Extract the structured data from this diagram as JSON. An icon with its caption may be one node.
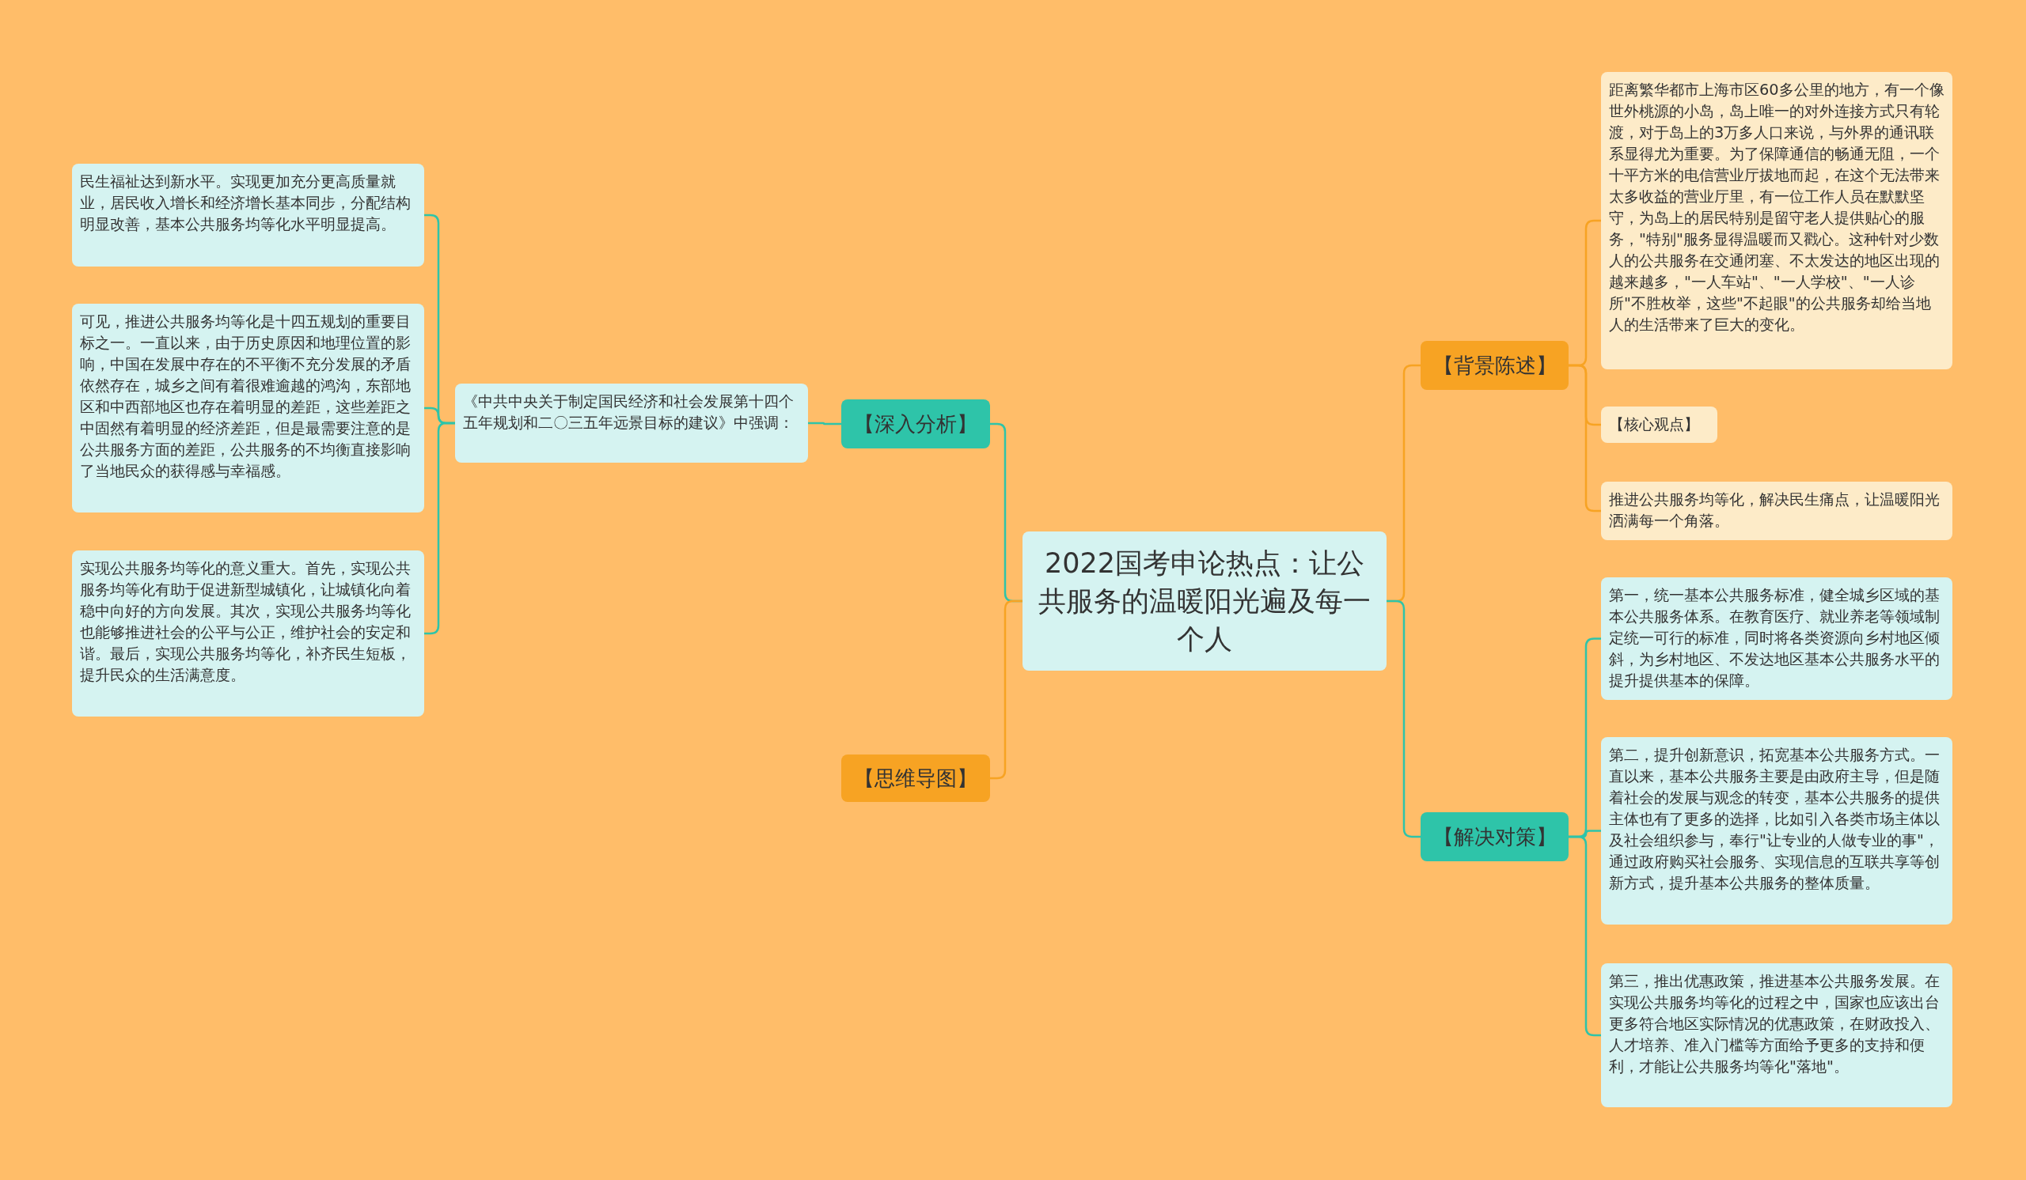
{
  "diagram": {
    "nodes": [
      {
        "text": [
          "2022国考申论热点：让公共服务的温暖阳光遍及每一个人"
        ]
      },
      {
        "text": [
          "【深入分析】"
        ]
      },
      {
        "text": [
          "《中共中央关于制定国民经济和社会发展第十四个五年规划和二〇三五年远景目标的建议》中强调："
        ]
      },
      {
        "text": [
          "民生福祉达到新水平。实现更加充分更高质量就业，居民收入增长和经济增长基本同步，分配结构明显改善，基本公共服务均等化水平明显提高。"
        ]
      },
      {
        "text": [
          "可见，推进公共服务均等化是十四五规划的重要目标之一。一直以来，由于历史原因和地理位置的影响，中国在发展中存在的不平衡不充分发展的矛盾依然存在，城乡之间有着很难逾越的鸿沟，东部地区和中西部地区也存在着明显的差距，这些差距之中固然有着明显的经济差距，但是最需要注意的是公共服务方面的差距，公共服务的不均衡直接影响了当地民众的获得感与幸福感。"
        ]
      },
      {
        "text": [
          "实现公共服务均等化的意义重大。首先，实现公共服务均等化有助于促进新型城镇化，让城镇化向着稳中向好的方向发展。其次，实现公共服务均等化也能够推进社会的公平与公正，维护社会的安定和谐。最后，实现公共服务均等化，补齐民生短板，提升民众的生活满意度。"
        ]
      },
      {
        "text": [
          "【思维导图】"
        ]
      },
      {
        "text": [
          "【背景陈述】"
        ]
      },
      {
        "text": [
          "距离繁华都市上海市区60多公里的地方，有一个像世外桃源的小岛，岛上唯一的对外连接方式只有轮渡，对于岛上的3万多人口来说，与外界的通讯联系显得尤为重要。为了保障通信的畅通无阻，一个十平方米的电信营业厅拔地而起，在这个无法带来太多收益的营业厅里，有一位工作人员在默默坚守，为岛上的居民特别是留守老人提供贴心的服务，\"特别\"服务显得温暖而又戳心。这种针对少数人的公共服务在交通闭塞、不太发达的地区出现的越来越多，\"一人车站\"、\"一人学校\"、\"一人诊所\"不胜枚举，这些\"不起眼\"的公共服务却给当地人的生活带来了巨大的变化。"
        ]
      },
      {
        "text": [
          "【核心观点】"
        ]
      },
      {
        "text": [
          "推进公共服务均等化，解决民生痛点，让温暖阳光洒满每一个角落。"
        ]
      },
      {
        "text": [
          "【解决对策】"
        ]
      },
      {
        "text": [
          "第一，统一基本公共服务标准，健全城乡区域的基本公共服务体系。在教育医疗、就业养老等领域制定统一可行的标准，同时将各类资源向乡村地区倾斜，为乡村地区、不发达地区基本公共服务水平的提升提供基本的保障。"
        ]
      },
      {
        "text": [
          "第二，提升创新意识，拓宽基本公共服务方式。一直以来，基本公共服务主要是由政府主导，但是随着社会的发展与观念的转变，基本公共服务的提供主体也有了更多的选择，比如引入各类市场主体以及社会组织参与，奉行\"让专业的人做专业的事\"，通过政府购买社会服务、实现信息的互联共享等创新方式，提升基本公共服务的整体质量。"
        ]
      },
      {
        "text": [
          "第三，推出优惠政策，推进基本公共服务发展。在实现公共服务均等化的过程之中，国家也应该出台更多符合地区实际情况的优惠政策，在财政投入、人才培养、准入门槛等方面给予更多的支持和便利，才能让公共服务均等化\"落地\"。"
        ]
      }
    ],
    "edges": [
      {
        "from": 0,
        "to": 1,
        "arrow": "none"
      },
      {
        "from": 1,
        "to": 2,
        "arrow": "none"
      },
      {
        "from": 2,
        "to": 3,
        "arrow": "none"
      },
      {
        "from": 2,
        "to": 4,
        "arrow": "none"
      },
      {
        "from": 2,
        "to": 5,
        "arrow": "none"
      },
      {
        "from": 0,
        "to": 6,
        "arrow": "none",
        "color": "#f7a323"
      },
      {
        "from": 0,
        "to": 7,
        "arrow": "none",
        "color": "#f7a323"
      },
      {
        "from": 7,
        "to": 8,
        "arrow": "none",
        "color": "#f7a323"
      },
      {
        "from": 7,
        "to": 9,
        "arrow": "none",
        "color": "#f7a323"
      },
      {
        "from": 7,
        "to": 10,
        "arrow": "none",
        "color": "#f7a323"
      },
      {
        "from": 0,
        "to": 11,
        "arrow": "none"
      },
      {
        "from": 11,
        "to": 12,
        "arrow": "none"
      },
      {
        "from": 11,
        "to": 13,
        "arrow": "none"
      },
      {
        "from": 11,
        "to": 14,
        "arrow": "none"
      }
    ]
  }
}
